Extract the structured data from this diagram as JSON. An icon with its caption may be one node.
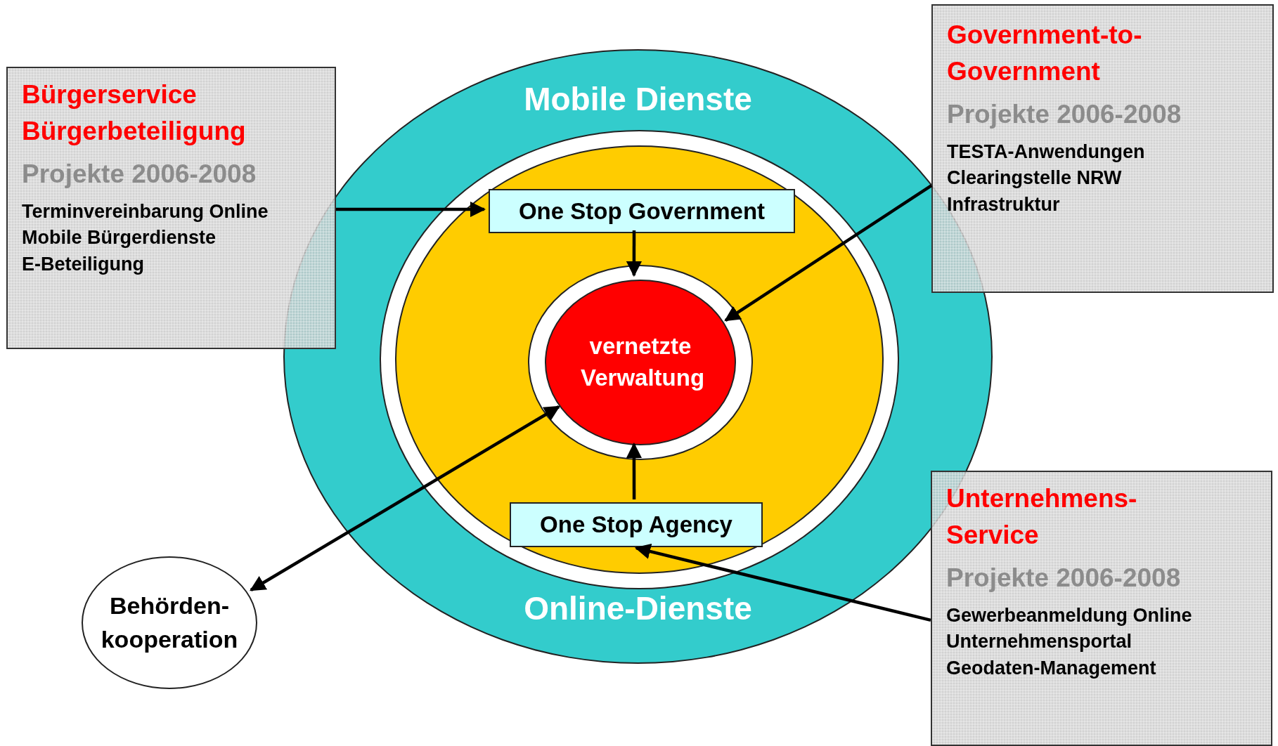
{
  "diagram": {
    "nodes": [
      {
        "text": [
          "Mobile Dienste",
          "Online-Dienste"
        ]
      },
      {
        "text": [],
        "shape": "ellipse",
        "in": 0
      },
      {
        "text": [
          "One Stop Government"
        ],
        "in": 1
      },
      {
        "text": [
          "vernetzte Verwaltung"
        ],
        "in": 1
      },
      {
        "text": [
          "One Stop Agency"
        ],
        "in": 1
      },
      {
        "text": [
          "Bürgerservice Bürgerbeteiligung",
          "Projekte 2006-2008",
          "Terminvereinbarung Online",
          "Mobile Bürgerdienste",
          "E-Beteiligung"
        ]
      },
      {
        "text": [
          "Government-to-Government",
          "Projekte 2006-2008",
          "TESTA-Anwendungen",
          "Clearingstelle NRW",
          "Infrastruktur"
        ]
      },
      {
        "text": [
          "Unternehmens-Service",
          "Projekte 2006-2008",
          "Gewerbeanmeldung Online",
          "Unternehmensportal",
          "Geodaten-Management"
        ]
      },
      {
        "text": [
          "Behörden-kooperation"
        ]
      }
    ],
    "edges": [
      {
        "from": 5,
        "to": 2,
        "arrow": "to"
      },
      {
        "from": 2,
        "to": 3,
        "arrow": "to"
      },
      {
        "from": 4,
        "to": 3,
        "arrow": "to"
      },
      {
        "from": 6,
        "to": 3,
        "arrow": "to"
      },
      {
        "from": 7,
        "to": 4,
        "arrow": "to"
      },
      {
        "from": 8,
        "to": 3,
        "arrow": "both"
      }
    ]
  }
}
